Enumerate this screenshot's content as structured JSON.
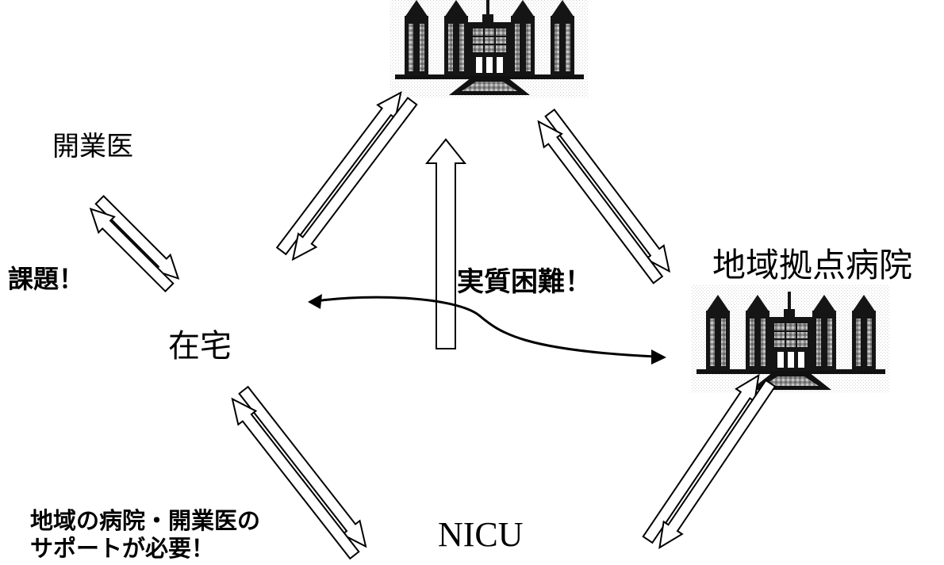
{
  "labels": {
    "kaigyoui": "開業医",
    "kadai": "課題！",
    "zaitaku": "在宅",
    "jisshitsu_konnan": "実質困難！",
    "chiiki_kyoten_byoin": "地域拠点病院",
    "support_line1": "地域の病院・開業医の",
    "support_line2": "サポートが必要！",
    "nicu": "NICU"
  },
  "icons": {
    "top": "hospital-building-icon",
    "right": "hospital-building-icon"
  },
  "colors": {
    "ink": "#000000",
    "background": "#ffffff",
    "building_fill": "#1a1a1a",
    "window_fill": "#9a9a9a"
  }
}
